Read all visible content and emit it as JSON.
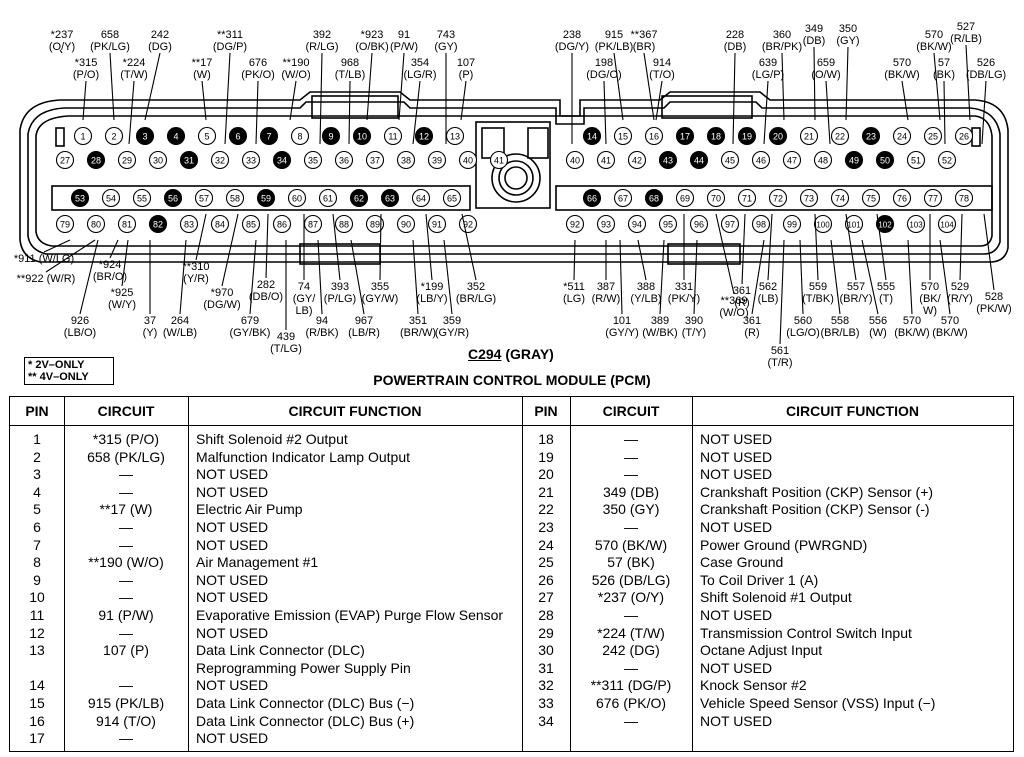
{
  "figure": {
    "connector_id": "C294",
    "connector_color": "(GRAY)",
    "title": "POWERTRAIN CONTROL MODULE (PCM)",
    "legend": [
      "* 2V–ONLY",
      "** 4V–ONLY"
    ],
    "filled_pins": [
      3,
      4,
      6,
      7,
      9,
      10,
      12,
      14,
      17,
      18,
      19,
      20,
      23,
      28,
      31,
      34,
      43,
      44,
      49,
      50,
      53,
      56,
      59,
      62,
      63,
      66,
      68,
      82,
      102
    ],
    "callouts": [
      {
        "text": "*237",
        "t2": "(O/Y)"
      },
      {
        "text": "658",
        "t2": "(PK/LG)"
      },
      {
        "text": "242",
        "t2": "(DG)"
      },
      {
        "text": "**311",
        "t2": "(DG/P)"
      },
      {
        "text": "392",
        "t2": "(R/LG)"
      },
      {
        "text": "*923",
        "t2": "(O/BK)"
      },
      {
        "text": "91",
        "t2": "(P/W)"
      },
      {
        "text": "743",
        "t2": "(GY)"
      },
      {
        "text": "*315",
        "t2": "(P/O)"
      },
      {
        "text": "*224",
        "t2": "(T/W)"
      },
      {
        "text": "**17",
        "t2": "(W)"
      },
      {
        "text": "676",
        "t2": "(PK/O)"
      },
      {
        "text": "**190",
        "t2": "(W/O)"
      },
      {
        "text": "968",
        "t2": "(T/LB)"
      },
      {
        "text": "354",
        "t2": "(LG/R)"
      },
      {
        "text": "107",
        "t2": "(P)"
      },
      {
        "text": "238",
        "t2": "(DG/Y)"
      },
      {
        "text": "915",
        "t2": "(PK/LB)"
      },
      {
        "text": "**367",
        "t2": "(BR)"
      },
      {
        "text": "198",
        "t2": "(DG/O)"
      },
      {
        "text": "914",
        "t2": "(T/O)"
      },
      {
        "text": "228",
        "t2": "(DB)"
      },
      {
        "text": "360",
        "t2": "(BR/PK)"
      },
      {
        "text": "349",
        "t2": "(DB)"
      },
      {
        "text": "350",
        "t2": "(GY)"
      },
      {
        "text": "570",
        "t2": "(BK/W)"
      },
      {
        "text": "527",
        "t2": "(R/LB)"
      },
      {
        "text": "639",
        "t2": "(LG/P)"
      },
      {
        "text": "659",
        "t2": "(O/W)"
      },
      {
        "text": "570",
        "t2": "(BK/W)"
      },
      {
        "text": "57",
        "t2": "(BK)"
      },
      {
        "text": "526",
        "t2": "(DB/LG)"
      },
      {
        "text": "*911 (W/LG)"
      },
      {
        "text": "**922 (W/R)"
      },
      {
        "text": "*924",
        "t2": "(BR/O)"
      },
      {
        "text": "*925",
        "t2": "(W/Y)"
      },
      {
        "text": "926",
        "t2": "(LB/O)"
      },
      {
        "text": "37",
        "t2": "(Y)"
      },
      {
        "text": "264",
        "t2": "(W/LB)"
      },
      {
        "text": "**310",
        "t2": "(Y/R)"
      },
      {
        "text": "*970",
        "t2": "(DG/W)"
      },
      {
        "text": "282",
        "t2": "(DB/O)"
      },
      {
        "text": "679",
        "t2": "(GY/BK)"
      },
      {
        "text": "74",
        "t2": "(GY/",
        "t3": "LB)"
      },
      {
        "text": "439",
        "t2": "(T/LG)"
      },
      {
        "text": "94",
        "t2": "(R/BK)"
      },
      {
        "text": "393",
        "t2": "(P/LG)"
      },
      {
        "text": "967",
        "t2": "(LB/R)"
      },
      {
        "text": "355",
        "t2": "(GY/W)"
      },
      {
        "text": "351",
        "t2": "(BR/W)"
      },
      {
        "text": "*199",
        "t2": "(LB/Y)"
      },
      {
        "text": "359",
        "t2": "(GY/R)"
      },
      {
        "text": "352",
        "t2": "(BR/LG)"
      },
      {
        "text": "*511",
        "t2": "(LG)"
      },
      {
        "text": "387",
        "t2": "(R/W)"
      },
      {
        "text": "388",
        "t2": "(Y/LB)"
      },
      {
        "text": "101",
        "t2": "(GY/Y)"
      },
      {
        "text": "389",
        "t2": "(W/BK)"
      },
      {
        "text": "331",
        "t2": "(PK/Y)"
      },
      {
        "text": "390",
        "t2": "(T/Y)"
      },
      {
        "text": "**369",
        "t2": "(W/O)"
      },
      {
        "text": "361",
        "t2": "(R)"
      },
      {
        "text": "562",
        "t2": "(LB)"
      },
      {
        "text": "361",
        "t2": "(R)"
      },
      {
        "text": "561",
        "t2": "(T/R)"
      },
      {
        "text": "559",
        "t2": "(T/BK)"
      },
      {
        "text": "557",
        "t2": "(BR/Y)"
      },
      {
        "text": "555",
        "t2": "(T)"
      },
      {
        "text": "570",
        "t2": "(BK/",
        "t3": "W)"
      },
      {
        "text": "529",
        "t2": "(R/Y)"
      },
      {
        "text": "528",
        "t2": "(PK/W)"
      },
      {
        "text": "560",
        "t2": "(LG/O)"
      },
      {
        "text": "558",
        "t2": "(BR/LB)"
      },
      {
        "text": "556",
        "t2": "(W)"
      },
      {
        "text": "570",
        "t2": "(BK/W)"
      },
      {
        "text": "570",
        "t2": "(BK/W)"
      }
    ]
  },
  "table": {
    "headers": {
      "pin": "PIN",
      "circuit": "CIRCUIT",
      "function": "CIRCUIT FUNCTION"
    },
    "left": [
      {
        "pin": "1",
        "circuit": "*315 (P/O)",
        "function": "Shift Solenoid #2 Output"
      },
      {
        "pin": "2",
        "circuit": "658 (PK/LG)",
        "function": "Malfunction Indicator Lamp Output"
      },
      {
        "pin": "3",
        "circuit": "—",
        "function": "NOT USED"
      },
      {
        "pin": "4",
        "circuit": "—",
        "function": "NOT USED"
      },
      {
        "pin": "5",
        "circuit": "**17 (W)",
        "function": "Electric Air Pump"
      },
      {
        "pin": "6",
        "circuit": "—",
        "function": "NOT USED"
      },
      {
        "pin": "7",
        "circuit": "—",
        "function": "NOT USED"
      },
      {
        "pin": "8",
        "circuit": "**190 (W/O)",
        "function": "Air Management #1"
      },
      {
        "pin": "9",
        "circuit": "—",
        "function": "NOT USED"
      },
      {
        "pin": "10",
        "circuit": "—",
        "function": "NOT USED"
      },
      {
        "pin": "11",
        "circuit": "91 (P/W)",
        "function": "Evaporative Emission (EVAP) Purge Flow Sensor"
      },
      {
        "pin": "12",
        "circuit": "—",
        "function": "NOT USED"
      },
      {
        "pin": "13",
        "circuit": "107 (P)",
        "function": "Data Link Connector (DLC)"
      },
      {
        "pin": "",
        "circuit": "",
        "function": "Reprogramming Power Supply Pin"
      },
      {
        "pin": "14",
        "circuit": "—",
        "function": "NOT USED"
      },
      {
        "pin": "15",
        "circuit": "915 (PK/LB)",
        "function": "Data Link Connector (DLC) Bus (−)"
      },
      {
        "pin": "16",
        "circuit": "914 (T/O)",
        "function": "Data Link Connector (DLC) Bus (+)"
      },
      {
        "pin": "17",
        "circuit": "—",
        "function": "NOT USED"
      }
    ],
    "right": [
      {
        "pin": "18",
        "circuit": "—",
        "function": "NOT USED"
      },
      {
        "pin": "19",
        "circuit": "—",
        "function": "NOT USED"
      },
      {
        "pin": "20",
        "circuit": "—",
        "function": "NOT USED"
      },
      {
        "pin": "21",
        "circuit": "349 (DB)",
        "function": "Crankshaft Position (CKP) Sensor (+)"
      },
      {
        "pin": "22",
        "circuit": "350 (GY)",
        "function": "Crankshaft Position (CKP) Sensor (-)"
      },
      {
        "pin": "23",
        "circuit": "—",
        "function": "NOT USED"
      },
      {
        "pin": "24",
        "circuit": "570 (BK/W)",
        "function": "Power Ground (PWRGND)"
      },
      {
        "pin": "25",
        "circuit": "57 (BK)",
        "function": "Case Ground"
      },
      {
        "pin": "26",
        "circuit": "526 (DB/LG)",
        "function": "To Coil Driver 1 (A)"
      },
      {
        "pin": "27",
        "circuit": "*237 (O/Y)",
        "function": "Shift Solenoid #1 Output"
      },
      {
        "pin": "28",
        "circuit": "—",
        "function": "NOT USED"
      },
      {
        "pin": "29",
        "circuit": "*224 (T/W)",
        "function": "Transmission Control Switch Input"
      },
      {
        "pin": "30",
        "circuit": "242 (DG)",
        "function": "Octane Adjust Input"
      },
      {
        "pin": "31",
        "circuit": "—",
        "function": "NOT USED"
      },
      {
        "pin": "32",
        "circuit": "**311 (DG/P)",
        "function": "Knock Sensor #2"
      },
      {
        "pin": "33",
        "circuit": "676 (PK/O)",
        "function": "Vehicle Speed Sensor (VSS) Input (−)"
      },
      {
        "pin": "34",
        "circuit": "—",
        "function": "NOT USED"
      }
    ]
  }
}
